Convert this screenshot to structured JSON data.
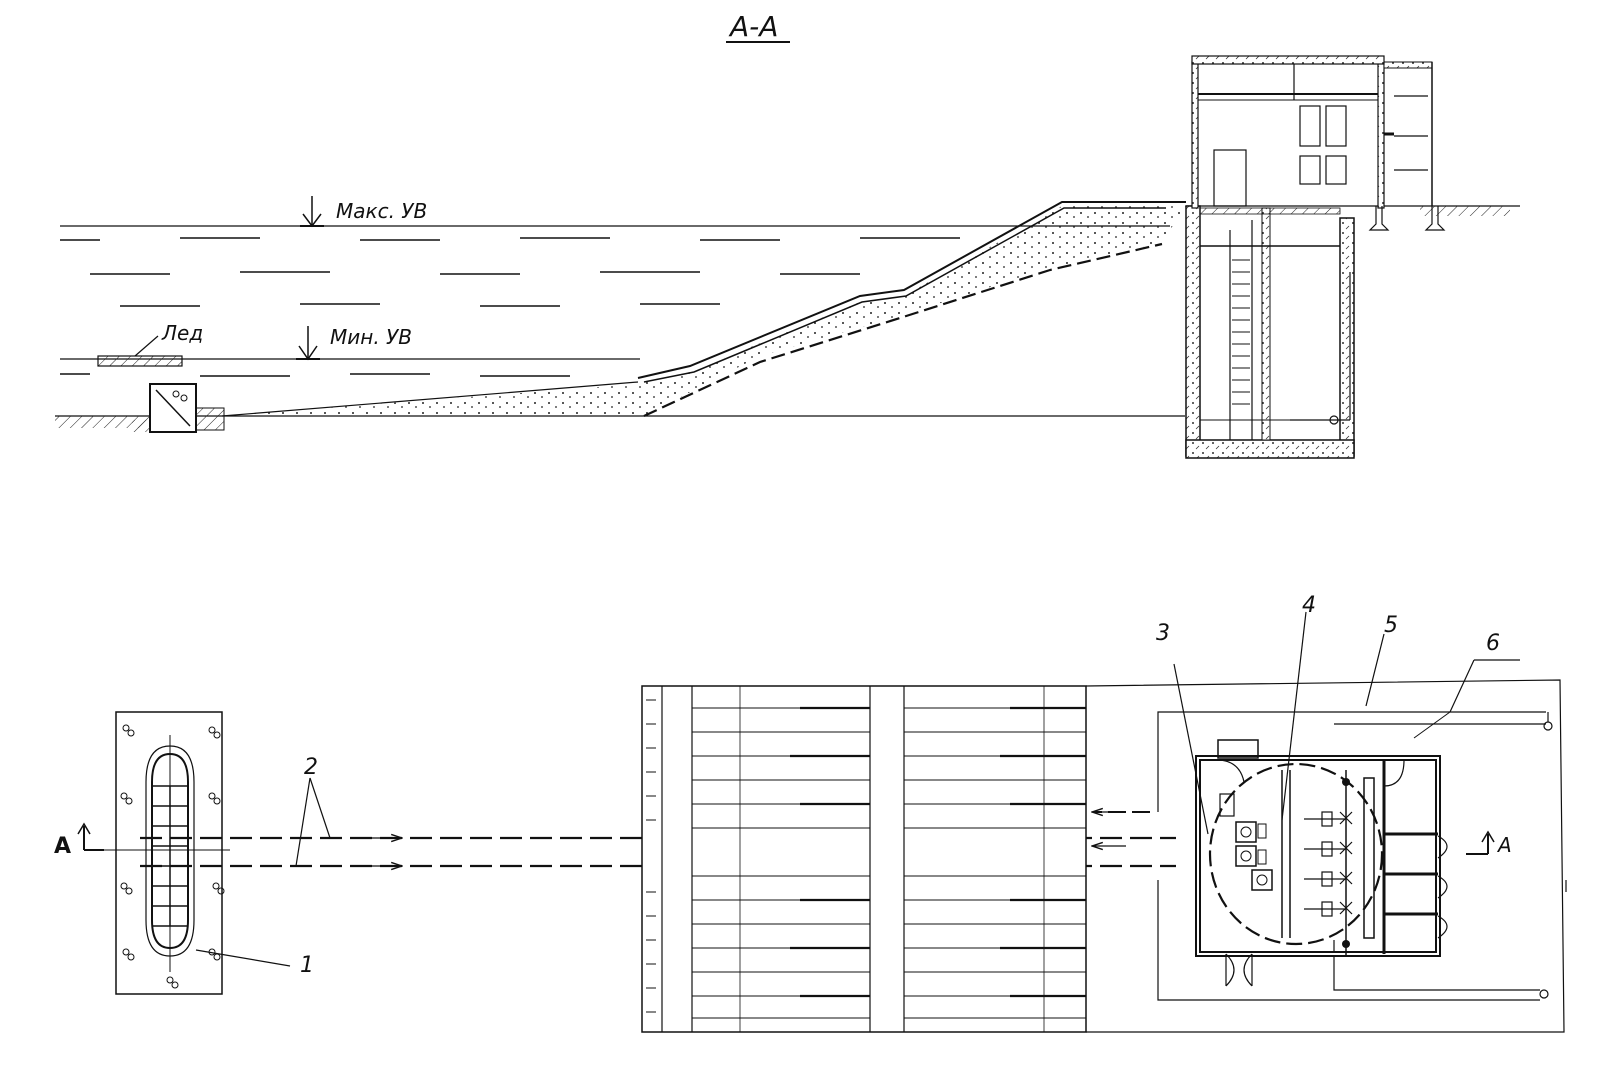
{
  "section": {
    "title": "А-А"
  },
  "elevation": {
    "max_level_label": "Макс. УВ",
    "min_level_label": "Мин. УВ",
    "ice_label": "Лед"
  },
  "plan": {
    "callouts": [
      "1",
      "2",
      "3",
      "4",
      "5",
      "6"
    ],
    "section_mark_left": "А",
    "section_mark_right": "А"
  }
}
